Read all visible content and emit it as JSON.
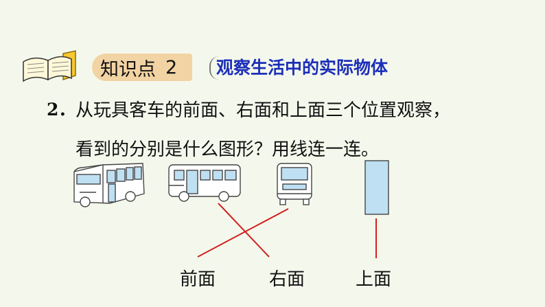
{
  "header": {
    "knowledge_label": "知识点",
    "knowledge_number": "2",
    "topic": "观察生活中的实际物体"
  },
  "question": {
    "number": "2．",
    "line1": "从玩具客车的前面、右面和上面三个位置观察，",
    "line2": "看到的分别是什么图形？用线连一连。"
  },
  "options": [
    "前面",
    "右面",
    "上面"
  ],
  "colors": {
    "background": "#f4f8ec",
    "topic": "#1c2fb8",
    "line": "#d22020",
    "window": "#bfe0f2",
    "tag": "#f2d3a3"
  }
}
